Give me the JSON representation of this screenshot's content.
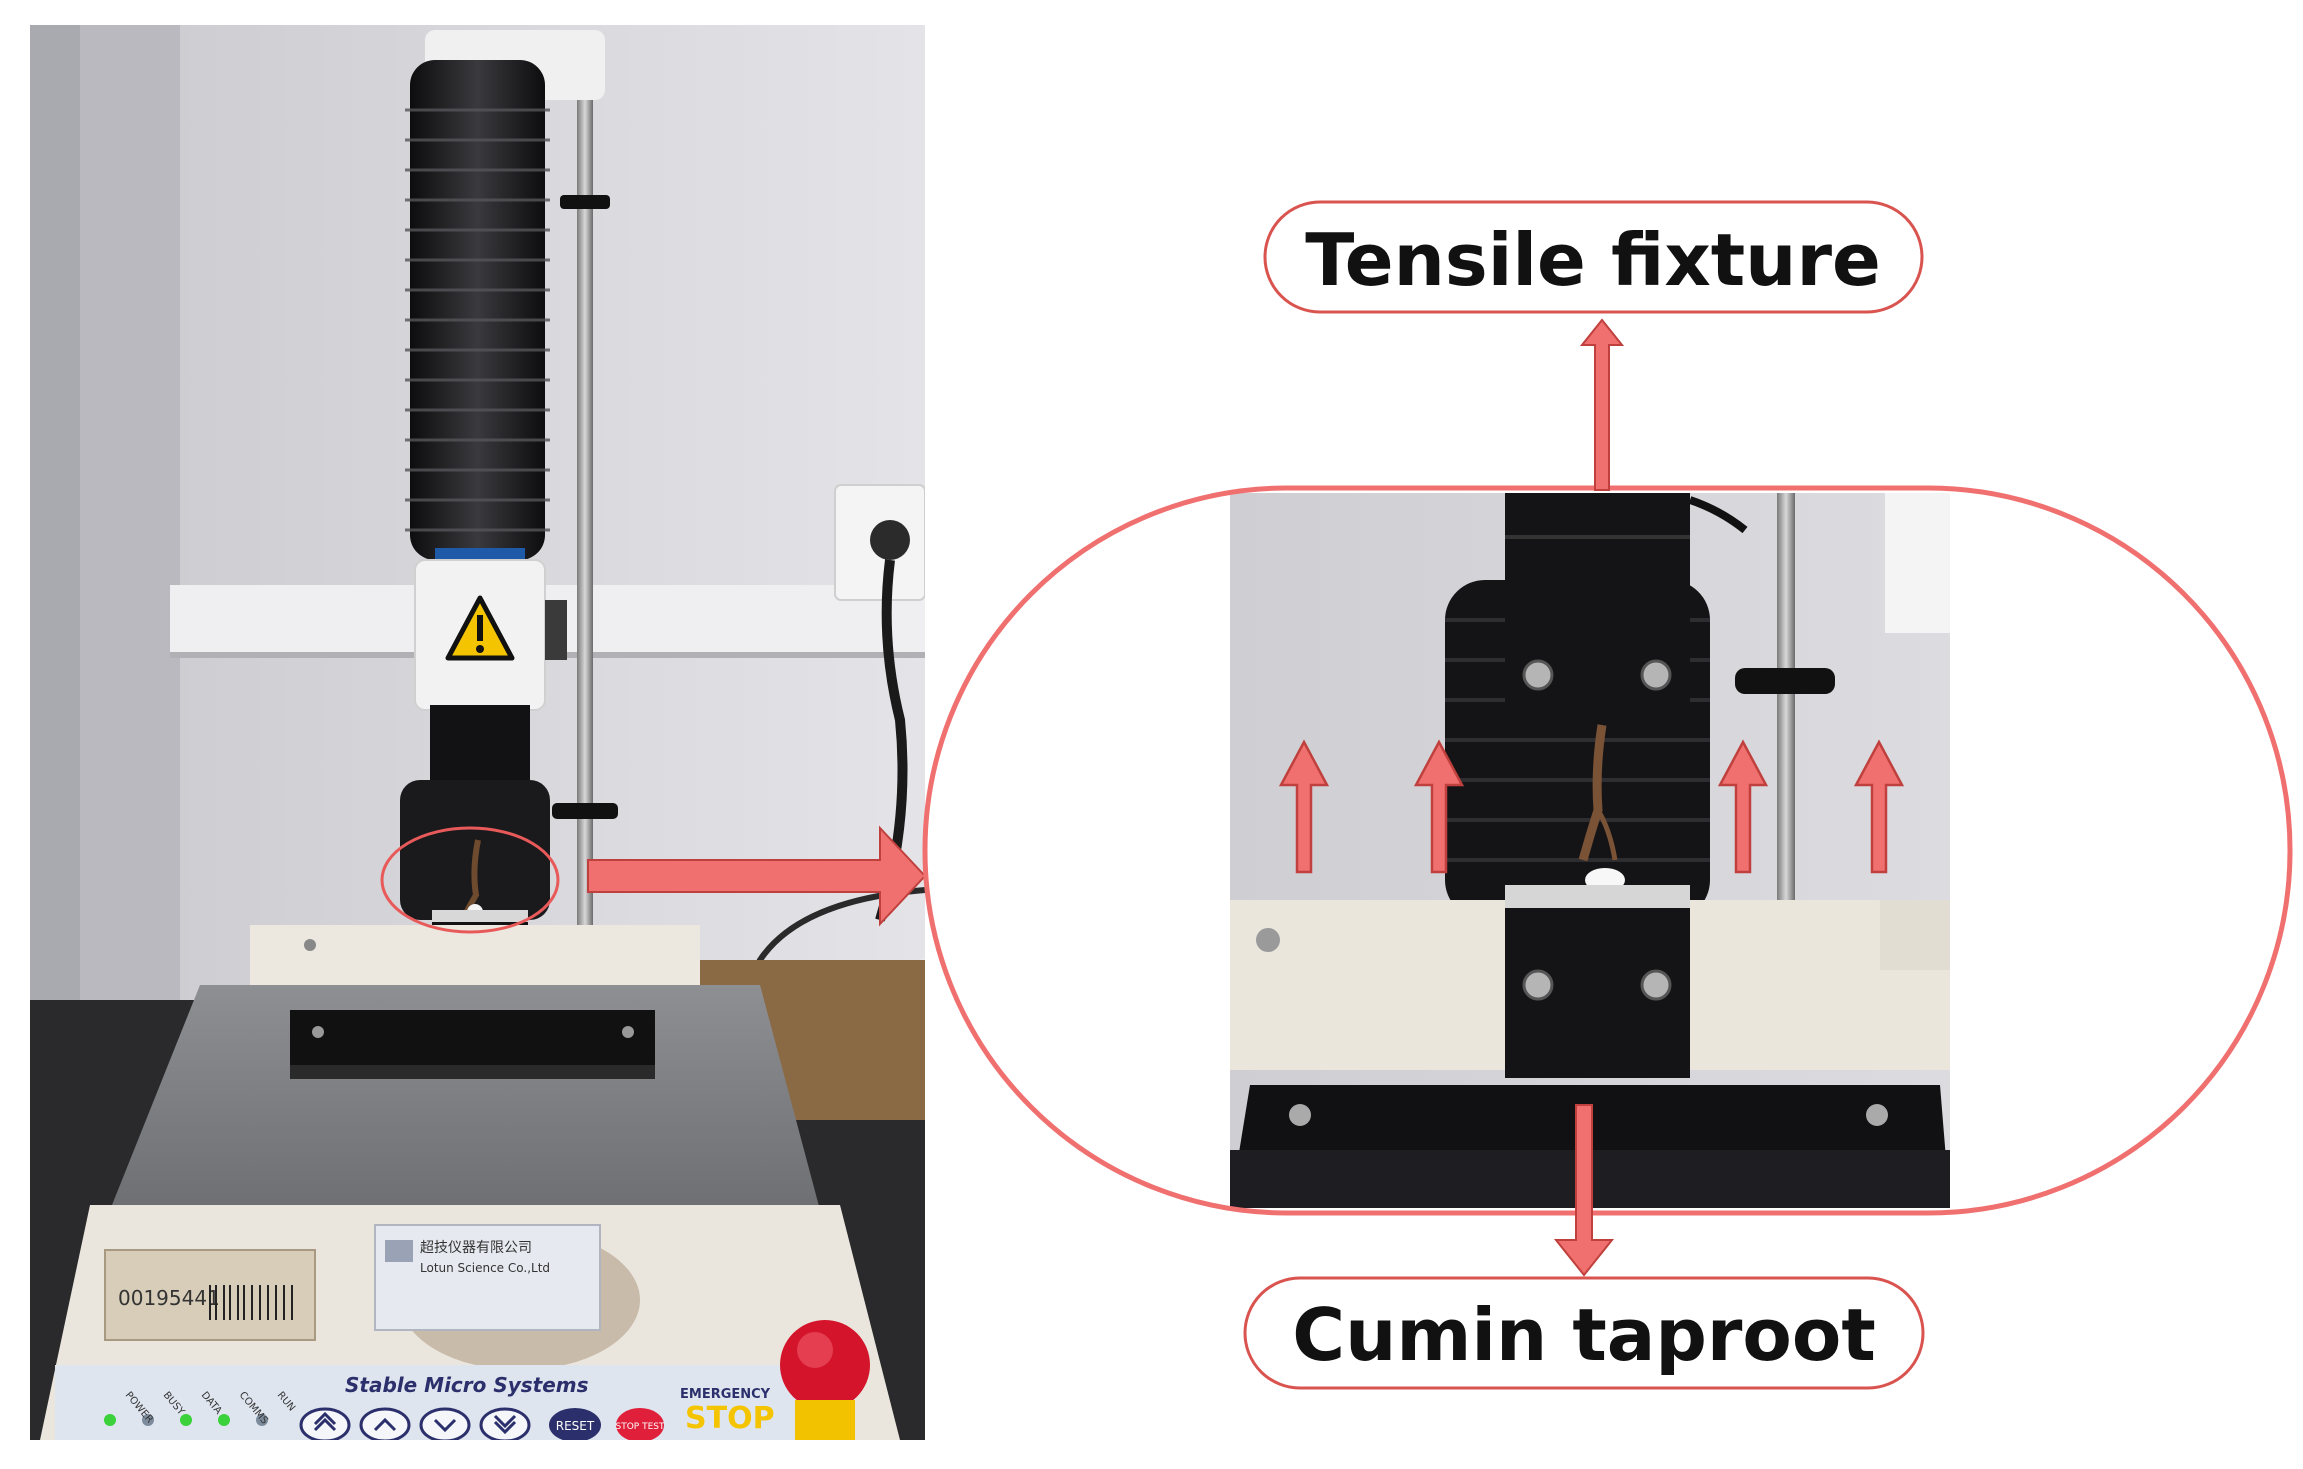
{
  "labels": {
    "tensile_fixture": "Tensile fixture",
    "cumin_taproot": "Cumin taproot"
  },
  "photo": {
    "panel_brand": "Stable Micro Systems",
    "panel_leds": [
      "POWER",
      "BUSY",
      "DATA",
      "COMMS",
      "RUN"
    ],
    "reset_label": "RESET",
    "stop_test_label": "STOP TEST",
    "emergency_label": "EMERGENCY",
    "stop_label": "STOP",
    "serial_number": "00195441",
    "company_sticker": [
      "超技仪器有限公司",
      "Lotun Science Co.,Ltd"
    ]
  },
  "colors": {
    "accent": "#f07070",
    "accent_stroke": "#c0403d",
    "highlight": "#e85a5a",
    "label_border": "#d9534f"
  }
}
